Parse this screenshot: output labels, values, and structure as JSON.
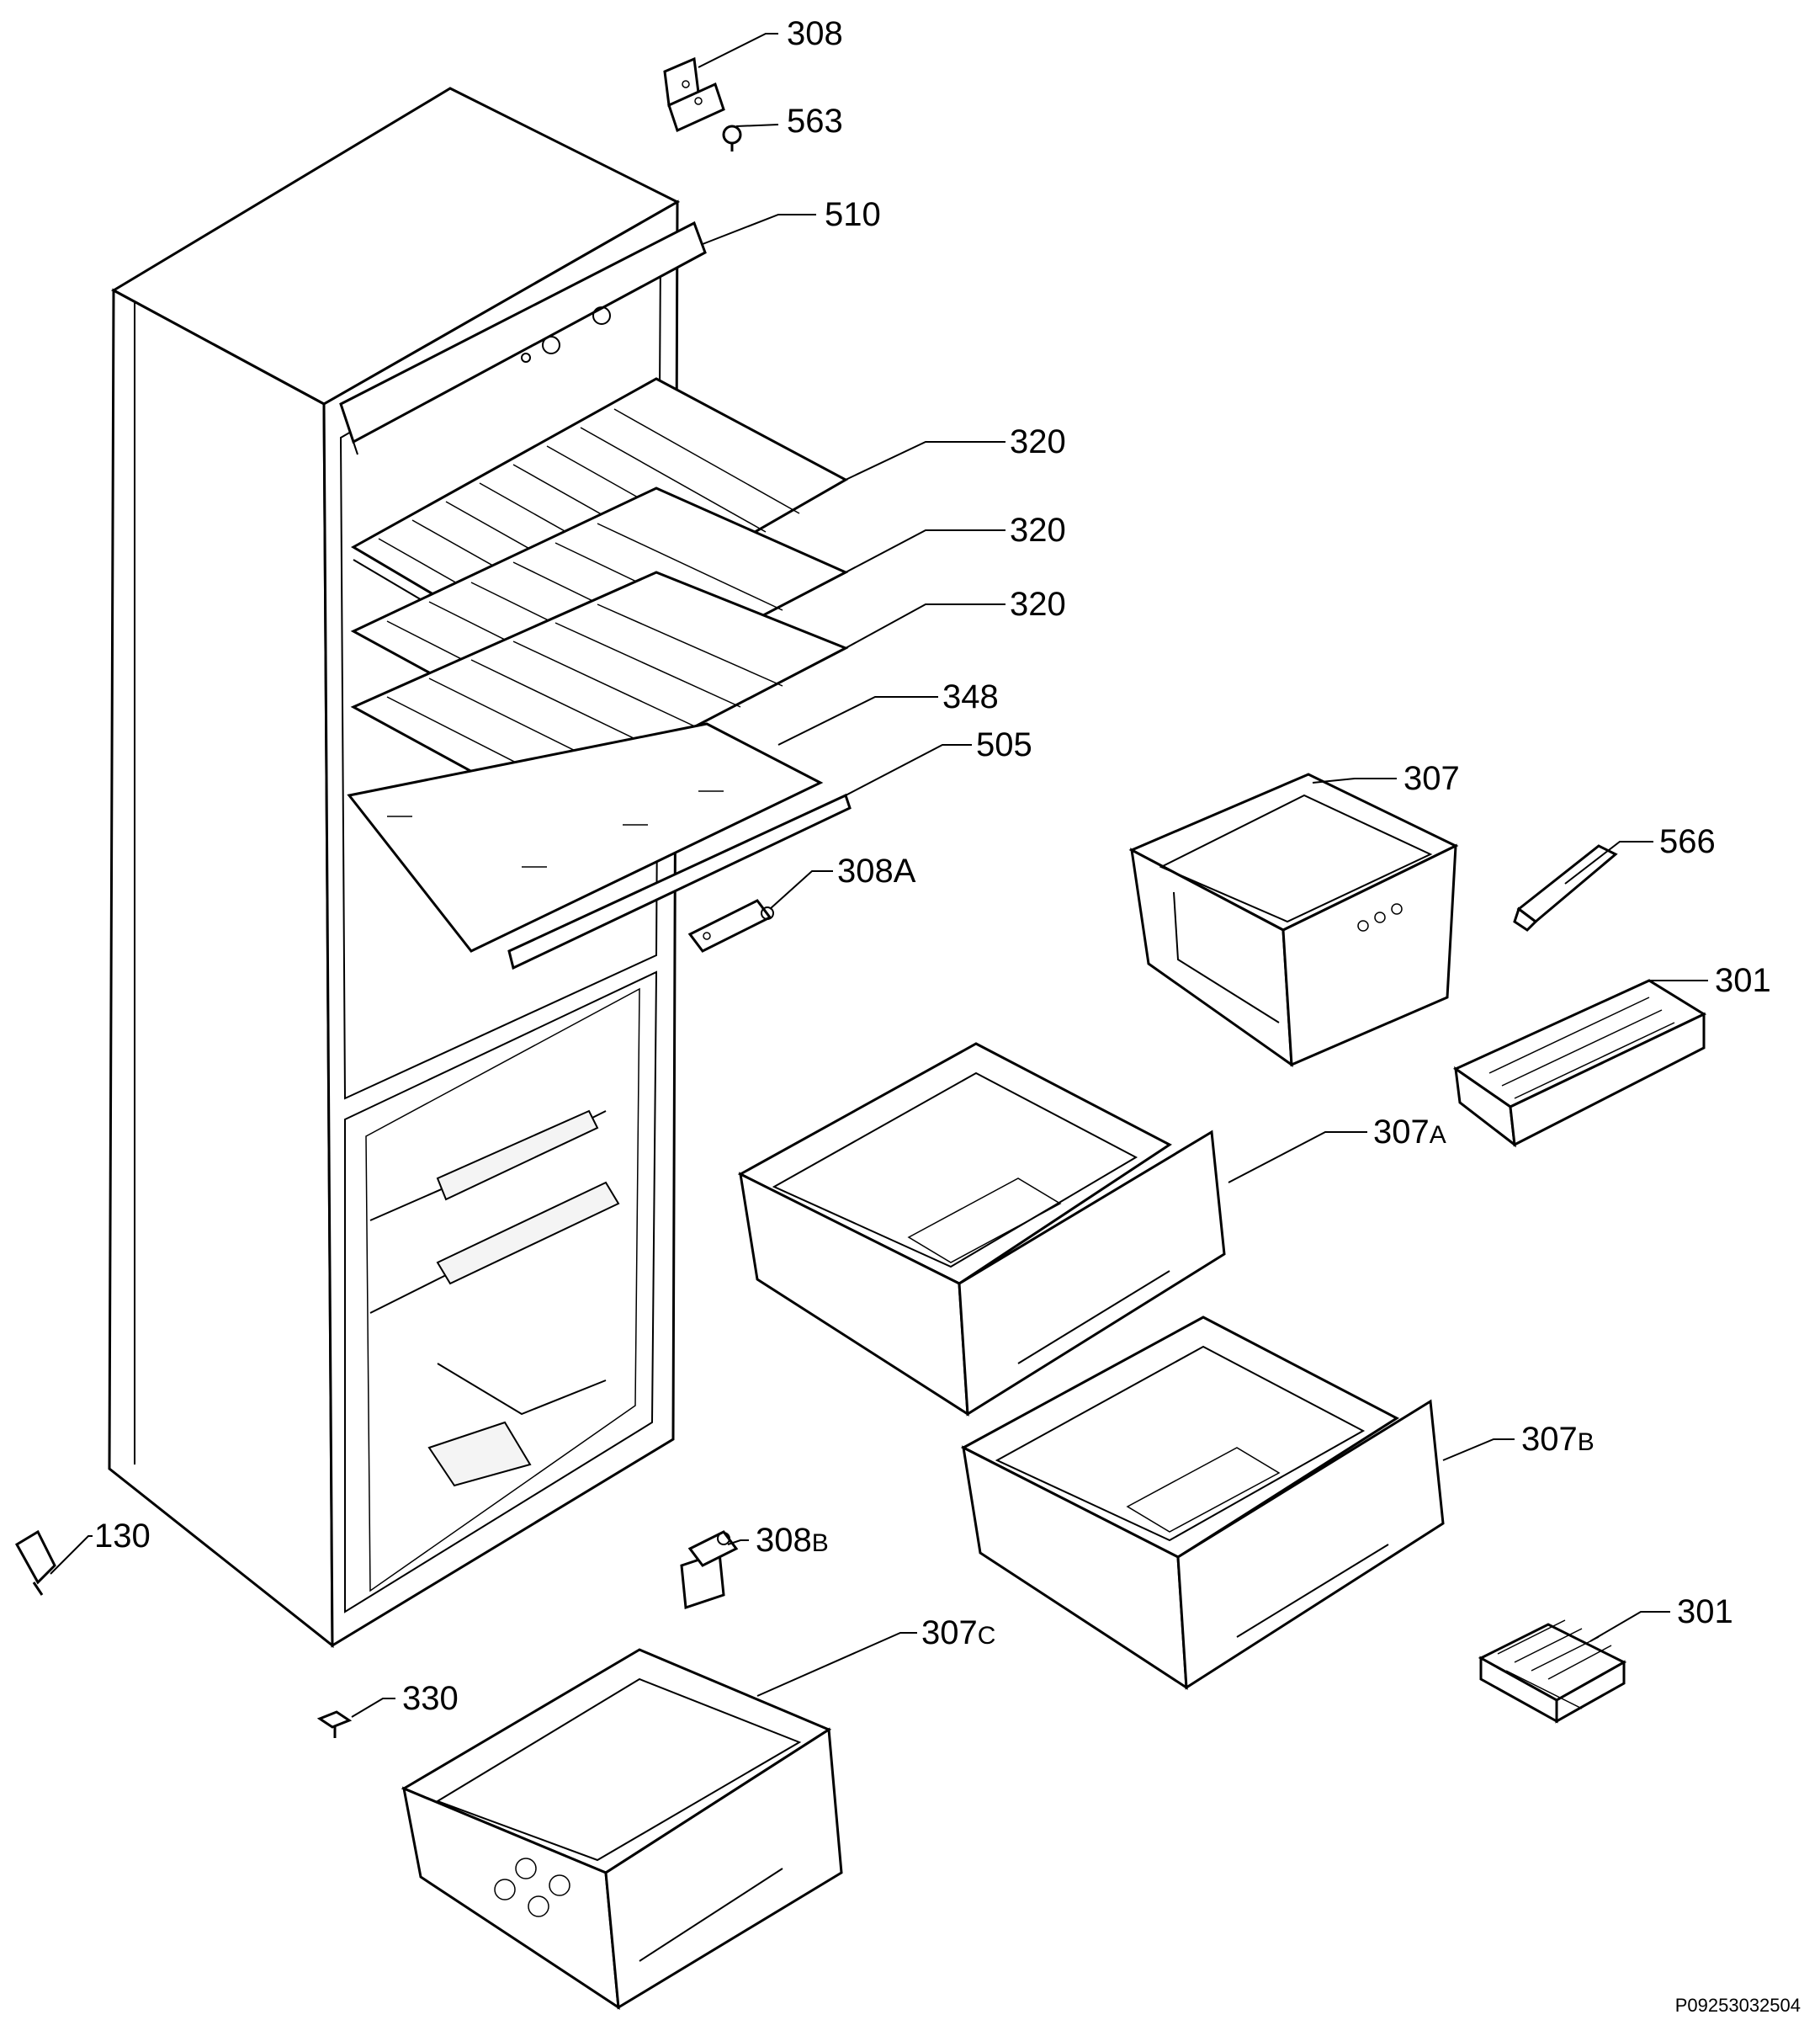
{
  "diagram": {
    "reference_code": "P09253032504",
    "callouts": [
      {
        "id": "c308",
        "number": "308",
        "suffix": ""
      },
      {
        "id": "c563",
        "number": "563",
        "suffix": ""
      },
      {
        "id": "c510",
        "number": "510",
        "suffix": ""
      },
      {
        "id": "c320a",
        "number": "320",
        "suffix": ""
      },
      {
        "id": "c320b",
        "number": "320",
        "suffix": ""
      },
      {
        "id": "c320c",
        "number": "320",
        "suffix": ""
      },
      {
        "id": "c348",
        "number": "348",
        "suffix": ""
      },
      {
        "id": "c505",
        "number": "505",
        "suffix": ""
      },
      {
        "id": "c308A",
        "number": "308A",
        "suffix": ""
      },
      {
        "id": "c307",
        "number": "307",
        "suffix": ""
      },
      {
        "id": "c566",
        "number": "566",
        "suffix": ""
      },
      {
        "id": "c301a",
        "number": "301",
        "suffix": ""
      },
      {
        "id": "c307A",
        "number": "307",
        "suffix": "A"
      },
      {
        "id": "c307B",
        "number": "307",
        "suffix": "B"
      },
      {
        "id": "c130",
        "number": "130",
        "suffix": ""
      },
      {
        "id": "c308B",
        "number": "308",
        "suffix": "B"
      },
      {
        "id": "c301b",
        "number": "301",
        "suffix": ""
      },
      {
        "id": "c307C",
        "number": "307",
        "suffix": "C"
      },
      {
        "id": "c330",
        "number": "330",
        "suffix": ""
      }
    ]
  }
}
